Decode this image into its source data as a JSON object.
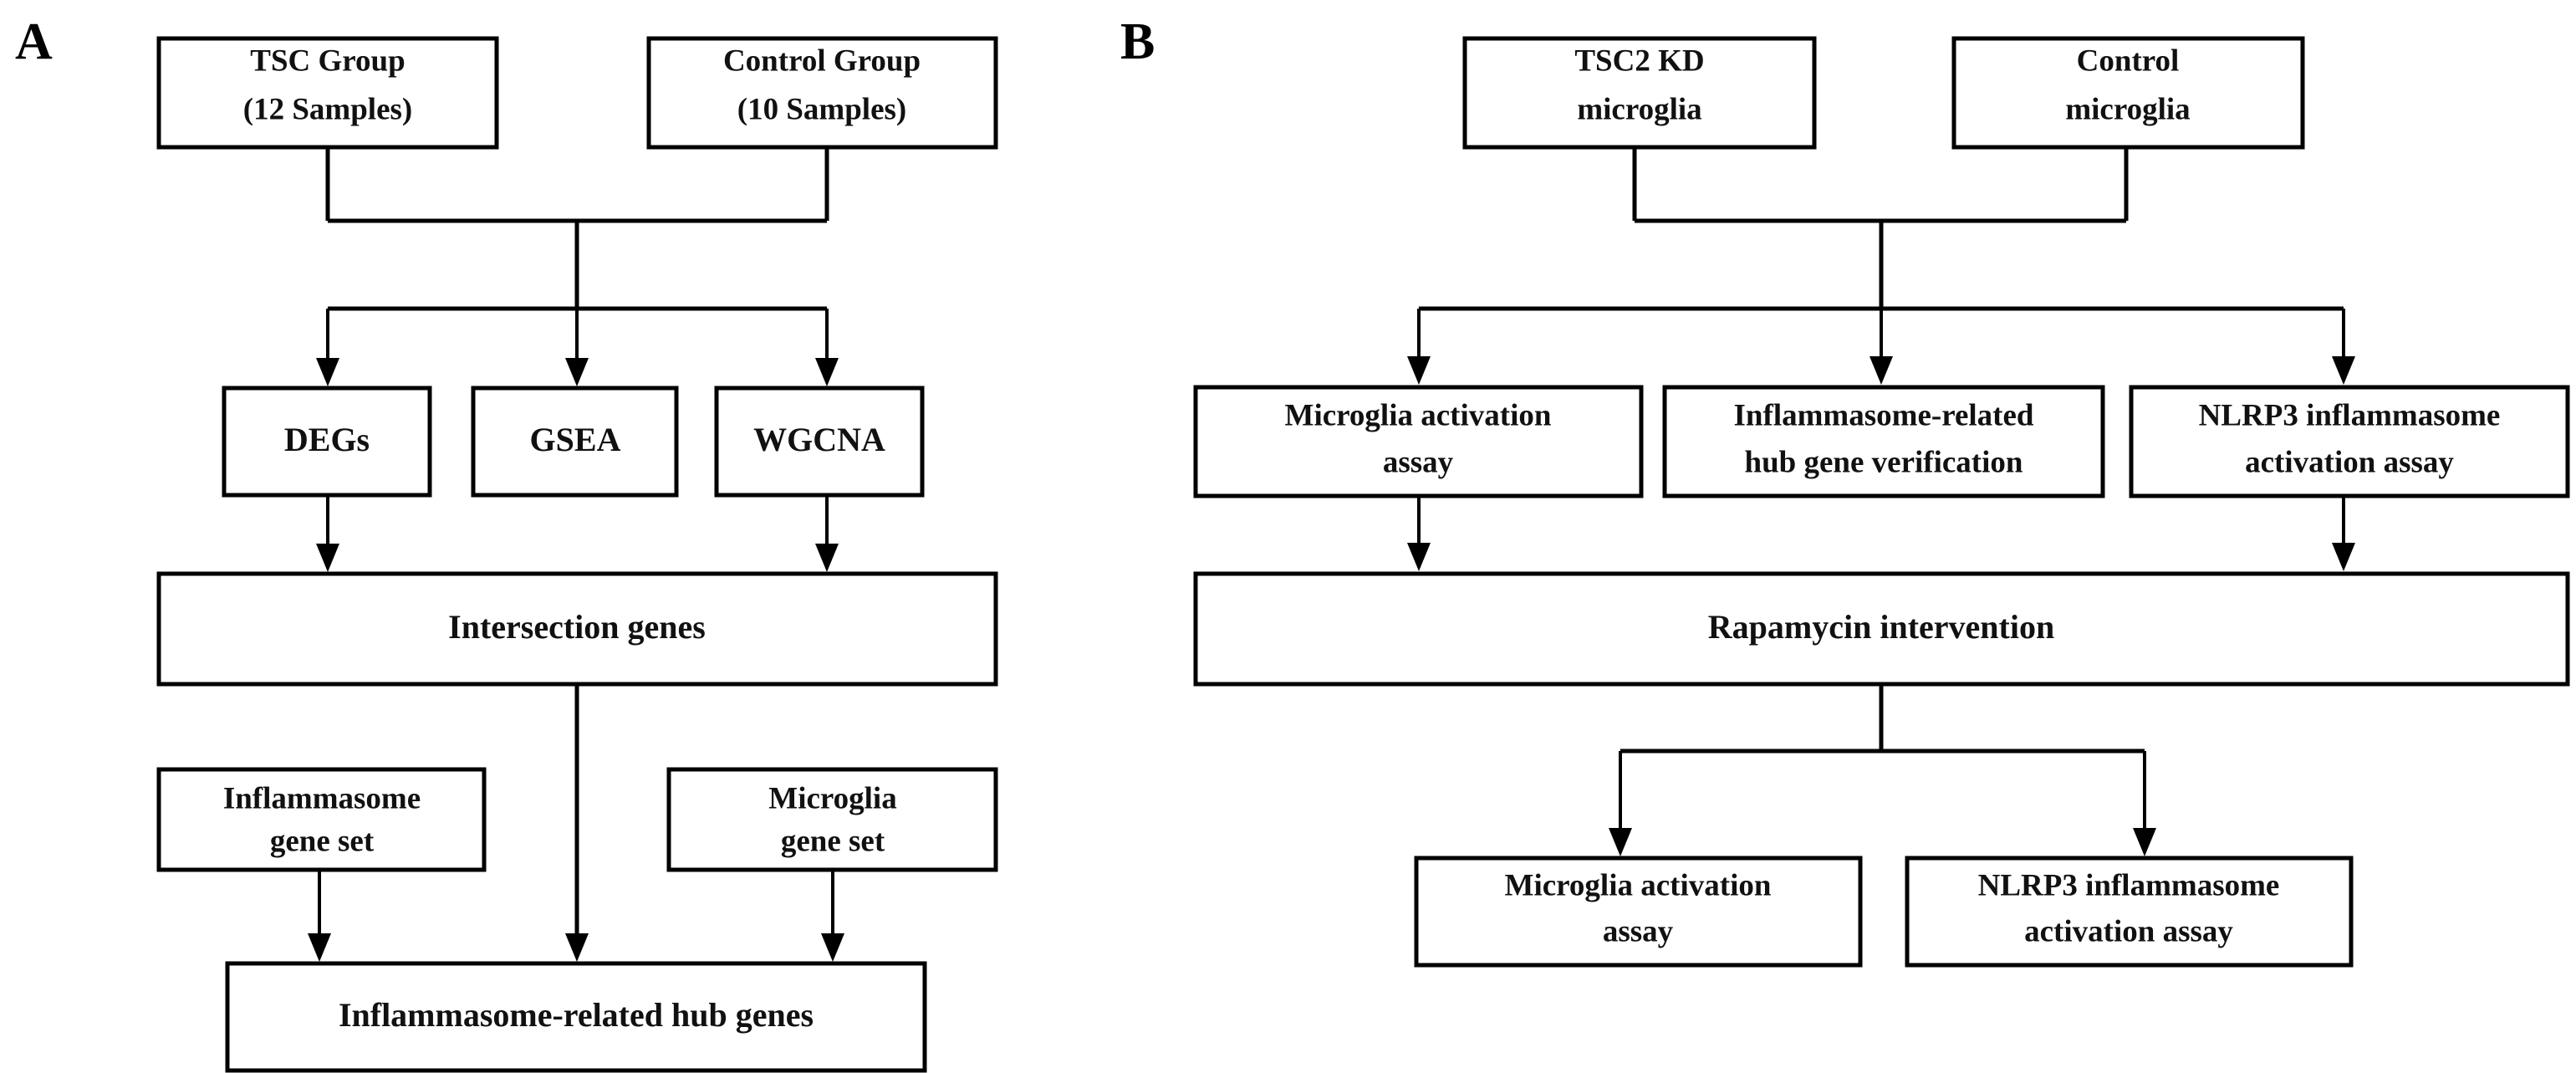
{
  "figure": {
    "type": "flowchart",
    "background": "#ffffff",
    "line_color": "#000000",
    "text_color": "#111111"
  },
  "panels": [
    {
      "id": "A",
      "label": "A",
      "nodes": [
        {
          "id": "a_tsc_group",
          "lines": [
            "TSC Group",
            "(12 Samples)"
          ]
        },
        {
          "id": "a_control_group",
          "lines": [
            "Control Group",
            "(10 Samples)"
          ]
        },
        {
          "id": "a_degs",
          "lines": [
            "DEGs"
          ]
        },
        {
          "id": "a_gsea",
          "lines": [
            "GSEA"
          ]
        },
        {
          "id": "a_wgcna",
          "lines": [
            "WGCNA"
          ]
        },
        {
          "id": "a_intersection",
          "lines": [
            "Intersection genes"
          ]
        },
        {
          "id": "a_inflammasome_set",
          "lines": [
            "Inflammasome",
            "gene set"
          ]
        },
        {
          "id": "a_microglia_set",
          "lines": [
            "Microglia",
            "gene set"
          ]
        },
        {
          "id": "a_hub_genes",
          "lines": [
            "Inflammasome-related hub genes"
          ]
        }
      ]
    },
    {
      "id": "B",
      "label": "B",
      "nodes": [
        {
          "id": "b_tsc2_kd",
          "lines": [
            "TSC2 KD",
            "microglia"
          ]
        },
        {
          "id": "b_control_microglia",
          "lines": [
            "Control",
            "microglia"
          ]
        },
        {
          "id": "b_microglia_assay_1",
          "lines": [
            "Microglia activation",
            "assay"
          ]
        },
        {
          "id": "b_hub_verification",
          "lines": [
            "Inflammasome-related",
            "hub gene verification"
          ]
        },
        {
          "id": "b_nlrp3_assay_1",
          "lines": [
            "NLRP3 inflammasome",
            "activation assay"
          ]
        },
        {
          "id": "b_rapamycin",
          "lines": [
            "Rapamycin intervention"
          ]
        },
        {
          "id": "b_microglia_assay_2",
          "lines": [
            "Microglia activation",
            "assay"
          ]
        },
        {
          "id": "b_nlrp3_assay_2",
          "lines": [
            "NLRP3 inflammasome",
            "activation assay"
          ]
        }
      ]
    }
  ]
}
